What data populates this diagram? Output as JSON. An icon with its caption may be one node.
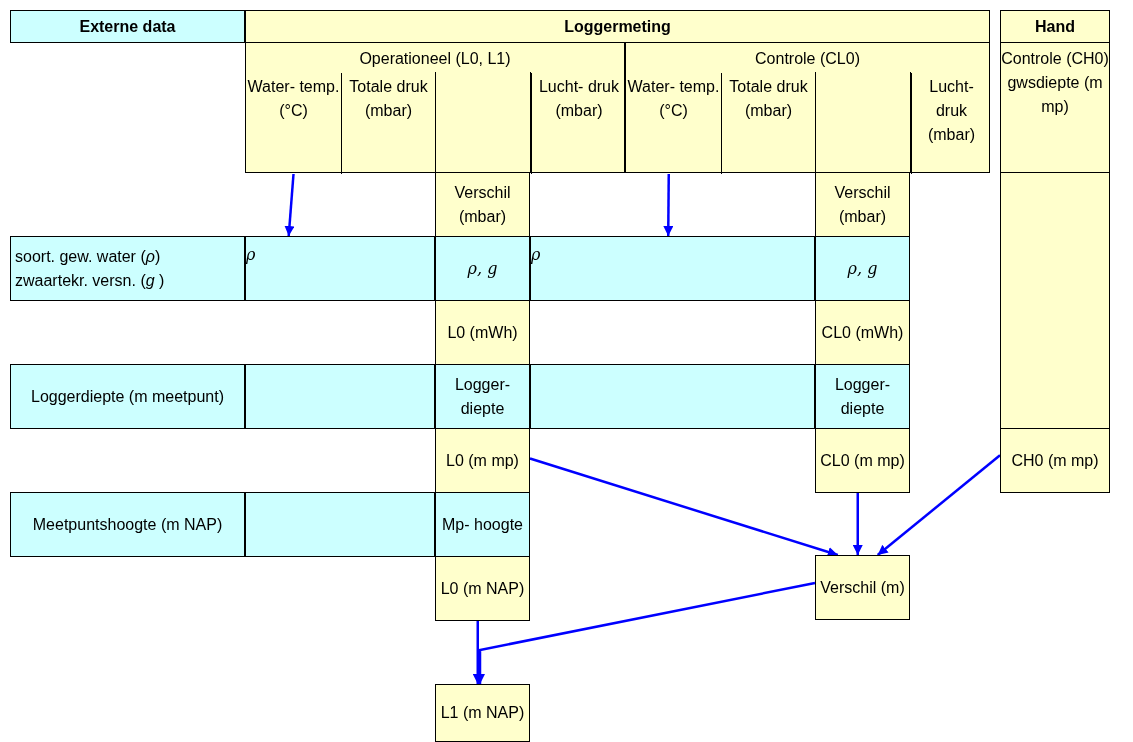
{
  "diagram": {
    "nodes": [
      {
        "text": [
          "Externe data"
        ]
      },
      {
        "text": [
          "Loggermeting"
        ]
      },
      {
        "text": [
          "Hand"
        ]
      },
      {
        "text": [
          "Operationeel (L0, L1)"
        ]
      },
      {
        "text": [
          "Water- temp. (°C)"
        ],
        "in": 3
      },
      {
        "text": [
          "Totale druk (mbar)"
        ],
        "in": 3
      },
      {
        "text": [
          "Lucht- druk (mbar)"
        ],
        "in": 3
      },
      {
        "text": [
          "Controle (CL0)"
        ]
      },
      {
        "text": [
          "Water- temp. (°C)"
        ],
        "in": 7
      },
      {
        "text": [
          "Totale druk (mbar)"
        ],
        "in": 7
      },
      {
        "text": [
          "Lucht- druk (mbar)"
        ],
        "in": 7
      },
      {
        "text": [
          "Controle (CH0) gwsdiepte (m mp)"
        ]
      },
      {
        "text": [
          "Verschil (mbar)"
        ]
      },
      {
        "text": [
          "Verschil (mbar)"
        ]
      },
      {
        "text": [
          "soort. gew. water (*ρ*)",
          "zwaartekr. versn. (*g* )"
        ]
      },
      {
        "text": [
          "ρ"
        ]
      },
      {
        "text": [
          "ρ, g"
        ]
      },
      {
        "text": [
          "ρ"
        ]
      },
      {
        "text": [
          "ρ, g"
        ]
      },
      {
        "text": [
          "L0 (mWh)"
        ]
      },
      {
        "text": [
          "CL0 (mWh)"
        ]
      },
      {
        "text": [
          "Loggerdiepte (m meetpunt)"
        ]
      },
      {
        "text": [
          "Logger- diepte"
        ]
      },
      {
        "text": [
          "Logger- diepte"
        ]
      },
      {
        "text": [
          "L0 (m mp)"
        ]
      },
      {
        "text": [
          "CL0 (m mp)"
        ]
      },
      {
        "text": [
          "CH0 (m mp)"
        ]
      },
      {
        "text": [
          "Meetpuntshoogte (m NAP)"
        ]
      },
      {
        "text": [
          "Mp- hoogte"
        ]
      },
      {
        "text": [
          "L0 (m NAP)"
        ]
      },
      {
        "text": [
          "Verschil (m)"
        ]
      },
      {
        "text": [
          "L1 (m NAP)"
        ]
      }
    ],
    "edges": [
      {
        "from": 4,
        "to": 15,
        "arrow": "to"
      },
      {
        "from": 8,
        "to": 17,
        "arrow": "to"
      },
      {
        "from": 24,
        "to": 30,
        "arrow": "to"
      },
      {
        "from": 25,
        "to": 30,
        "arrow": "to"
      },
      {
        "from": 26,
        "to": 30,
        "arrow": "to"
      },
      {
        "from": 29,
        "to": 31,
        "arrow": "to"
      },
      {
        "from": 30,
        "to": 31,
        "arrow": "to"
      }
    ]
  }
}
